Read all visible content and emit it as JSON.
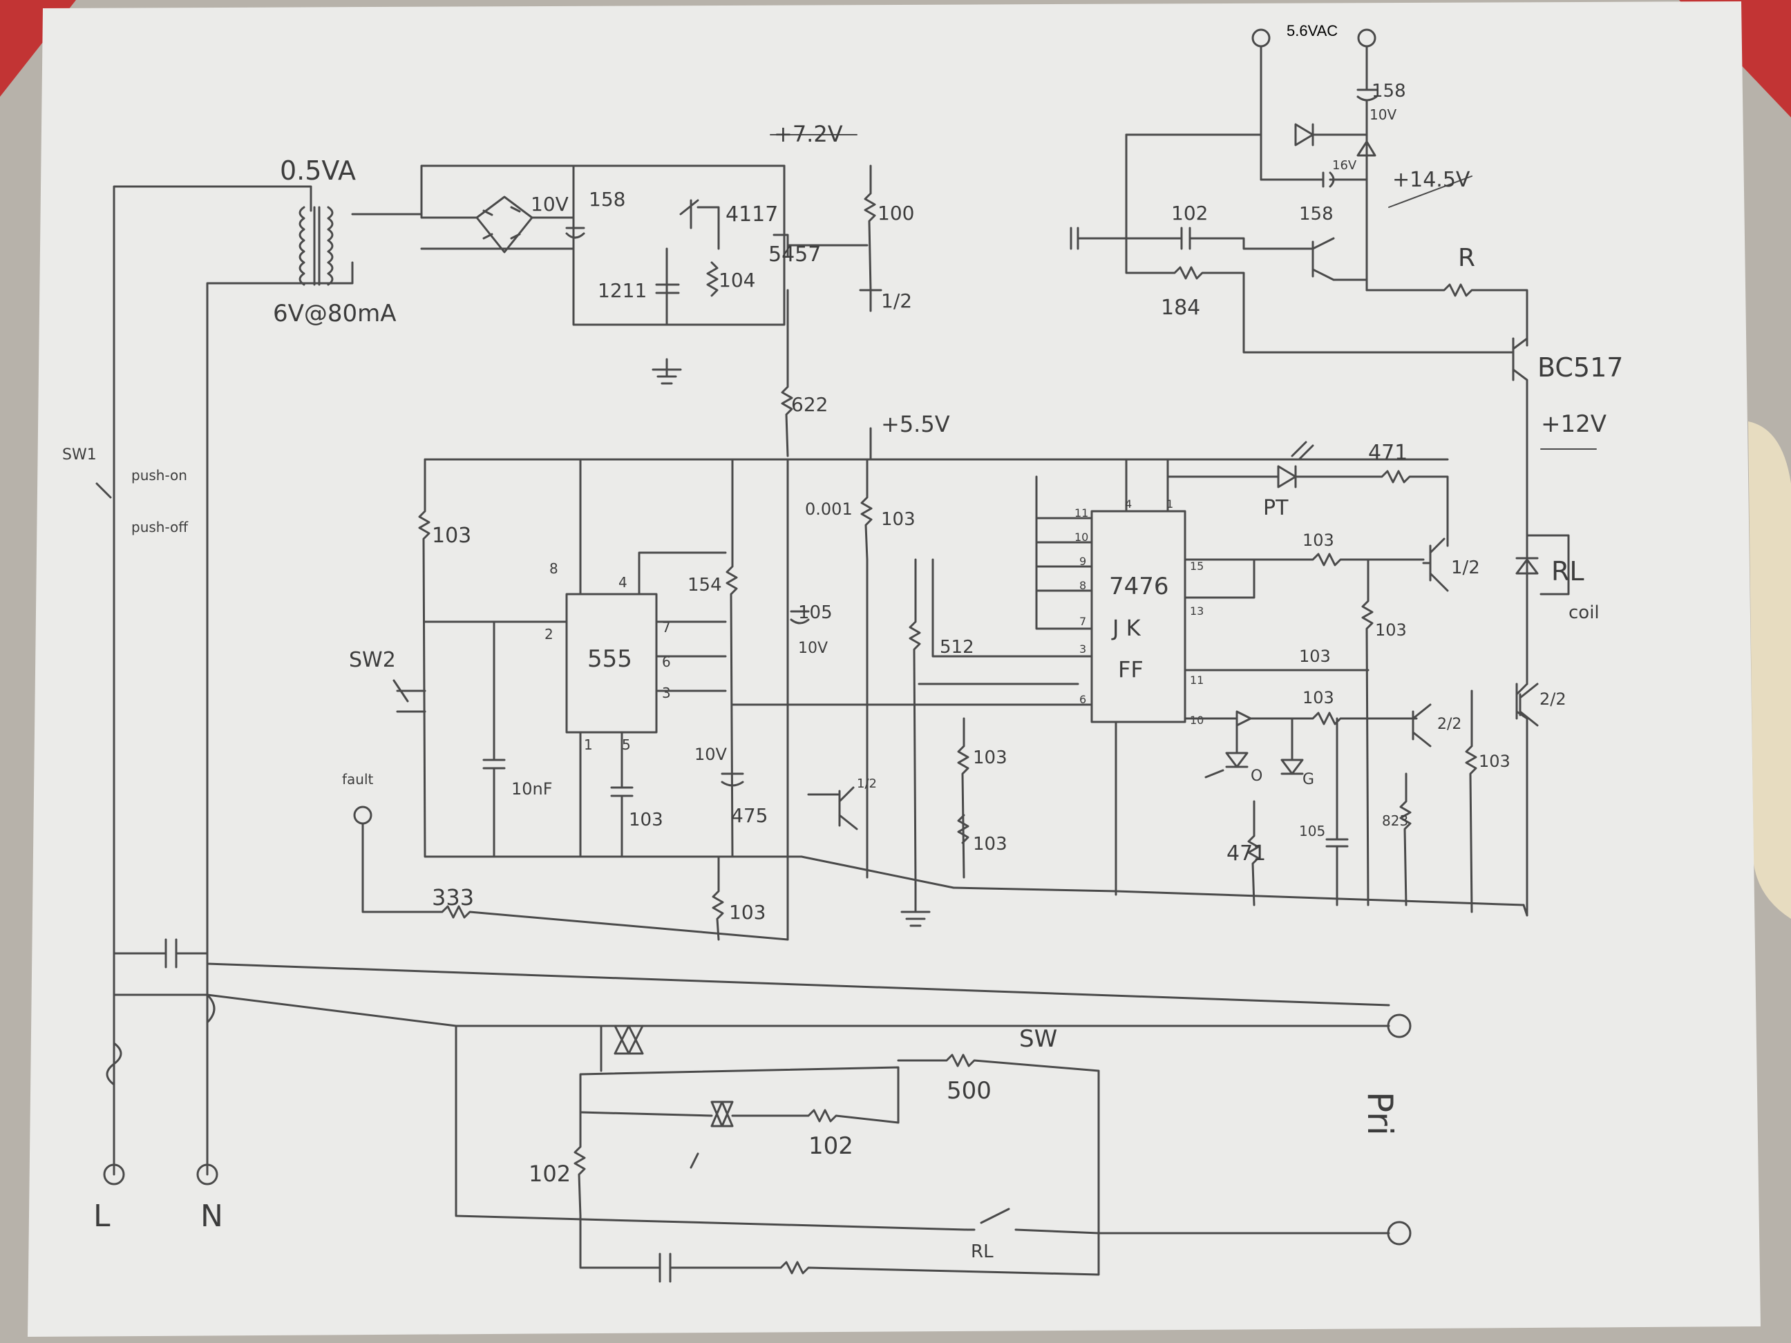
{
  "schematic": {
    "typed_label": "5.6VAC",
    "transformer": {
      "rating": "0.5VA",
      "secondary": "6V@80mA"
    },
    "regulator": {
      "cap_rating": "10V",
      "cap_value": "158",
      "q_a": "4117",
      "q_b": "5457",
      "r_pot": "104",
      "cap_small": "1211",
      "r_top": "100",
      "q_half": "1/2",
      "vout": "+7.2V",
      "r_series": "622"
    },
    "supply_rail": "+5.5V",
    "timer": {
      "ic": "555",
      "r_pull": "103",
      "sw": "SW2",
      "c_timing": "10nF",
      "c_ctrl": "103",
      "r_154": "154",
      "r_103_bot": "103",
      "c_475": "475",
      "c_475_v": "10V",
      "fault_label": "fault",
      "r_333": "333",
      "pins": [
        "8",
        "4",
        "2",
        "7",
        "6",
        "3",
        "1",
        "5"
      ]
    },
    "mid_section": {
      "c_0001": "0.001",
      "r_103": "103",
      "c_105": "105",
      "c_105_v": "10V",
      "r_512": "512",
      "r_103_a": "103",
      "r_103_b": "103",
      "q_half": "1/2"
    },
    "flipflop": {
      "ic_line1": "7476",
      "ic_line2": "J K",
      "ic_line3": "FF",
      "pins_left": [
        "11",
        "10",
        "9",
        "8",
        "7",
        "3",
        "6"
      ],
      "pins_top": [
        "4",
        "1"
      ],
      "pins_right": [
        "15",
        "13",
        "11",
        "10"
      ]
    },
    "outputs": {
      "pt_label": "PT",
      "r_471_top": "471",
      "r_103_1": "103",
      "r_103_2": "103",
      "r_103_3": "103",
      "r_103_4": "103",
      "r_103_5": "103",
      "led_o": "O",
      "led_g": "G",
      "r_471_bot": "471",
      "c_105": "105",
      "r_823": "823",
      "q1": "1/2",
      "q2": "2/2",
      "q3": "2/2"
    },
    "high_voltage": {
      "rail": "+14.5V",
      "c_top": "158",
      "c_top_v": "10V",
      "c_mid": "158",
      "c_mid_v": "16V",
      "c_102": "102",
      "r_184": "184",
      "r_R": "R",
      "q_darl": "BC517",
      "rail_12": "+12V",
      "relay": "RL",
      "relay_sub": "coil"
    },
    "power": {
      "sw1": "SW1",
      "sw1_on": "push-on",
      "sw1_off": "push-off",
      "live": "L",
      "neutral": "N",
      "r_sw": "SW",
      "r_500": "500",
      "r_102_a": "102",
      "r_102_b": "102",
      "relay_contact": "RL",
      "primary": "Pri"
    }
  }
}
